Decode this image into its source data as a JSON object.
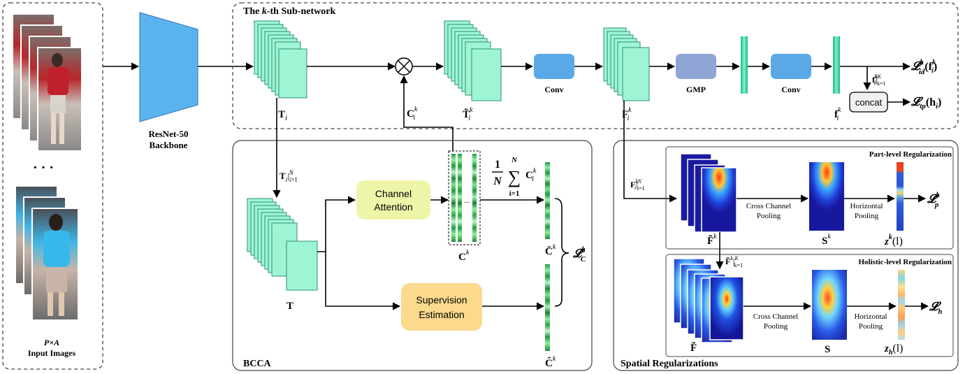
{
  "input": {
    "ellipsis": "· · ·",
    "caption_line1": "P×A",
    "caption_line2": "Input Images"
  },
  "backbone": {
    "line1": "ResNet-50",
    "line2": "Backbone"
  },
  "subnetwork": {
    "title_prefix": "The ",
    "title_k": "k",
    "title_suffix": "-th Sub-network",
    "t_label": "T",
    "t_sub": "i",
    "c_label": "C",
    "c_sup": "k",
    "c_sub": "i",
    "t_tilde_label": "T̃",
    "t_tilde_sup": "k",
    "t_tilde_sub": "i",
    "conv1": "Conv",
    "f_label": "F",
    "f_sup": "k",
    "f_sub": "i",
    "gmp": "GMP",
    "conv2": "Conv",
    "f_small_label": "f",
    "f_small_sup": "k",
    "f_small_sub": "i",
    "fset_label": "f",
    "fset_sup": "k",
    "fset_sub": "i",
    "fset_range": "|",
    "fset_range_sup": "K",
    "fset_range_sub": "k=1",
    "concat": "concat",
    "loss_id": "𝓛",
    "loss_id_sub": "id",
    "loss_id_sup": "k",
    "loss_id_arg": "(f",
    "loss_id_arg_sup": "k",
    "loss_id_arg_sub": "i",
    "loss_id_close": ")",
    "loss_tp": "𝓛",
    "loss_tp_sub": "tp",
    "loss_tp_arg": "(h",
    "loss_tp_arg_sub": "i",
    "loss_tp_close": ")"
  },
  "bcca": {
    "name": "BCCA",
    "tset_label": "T",
    "tset_sub": "i",
    "tset_range": "|",
    "tset_range_sup": "N",
    "tset_range_sub": "i=1",
    "t_label": "T",
    "channel_attention_1": "Channel",
    "channel_attention_2": "Attention",
    "supervision_1": "Supervision",
    "supervision_2": "Estimation",
    "dots": "...",
    "ck_label": "C",
    "ck_sup": "k",
    "avg_num": "1",
    "avg_den": "N",
    "sum_top": "N",
    "sum_sym": "∑",
    "sum_bottom": "i=1",
    "avg_term": "C",
    "avg_term_sup": "k",
    "avg_term_sub": "i",
    "cbar_label": "C̄",
    "cbar_sup": "k",
    "chat_label": "Ĉ",
    "chat_sup": "k",
    "loss_c": "𝓛",
    "loss_c_sup": "k",
    "loss_c_sub": "C"
  },
  "spatial": {
    "name": "Spatial Regularizations",
    "fset_label": "F",
    "fset_sup": "k",
    "fset_sub": "i",
    "fset_range": "|",
    "fset_range_sup": "N",
    "fset_range_sub": "i=1",
    "part_title": "Part-level Regularization",
    "holistic_title": "Holistic-level Regularization",
    "ccp_1": "Cross Channel",
    "ccp_2": "Pooling",
    "ccp2_1": "Cross Channel",
    "ccp2_2": "Pooling",
    "hp_1": "Horizontal",
    "hp_2": "Pooling",
    "hp2_1": "Horizontal",
    "hp2_2": "Pooling",
    "ftilde_k_label": "F̃",
    "ftilde_k_sup": "k",
    "ftilde_set_label": "F̃",
    "ftilde_set_sup": "k",
    "ftilde_set_range": "|",
    "ftilde_set_range_sup": "K",
    "ftilde_set_range_sub": "k=1",
    "ftilde_label": "F̃",
    "sk_label": "S",
    "sk_sup": "k",
    "s_label": "S",
    "zk_label": "z",
    "zk_sup": "k",
    "zk_arg": "(l)",
    "zh_label": "z",
    "zh_sub": "h",
    "zh_arg": "(l)",
    "loss_p": "𝓛",
    "loss_p_sup": "k",
    "loss_p_sub": "p",
    "loss_h": "𝓛",
    "loss_h_sub": "h"
  },
  "colors": {
    "feature_map": "#9ef5d4",
    "feature_edge": "#2f8f75",
    "conv": "#5aa9e6",
    "gmp": "#8ea5d6",
    "channel_attention": "#eef5a8",
    "supervision": "#fbd98d",
    "vector_green": "#2fbf55",
    "heatmap_dark": "#1a1aa0"
  }
}
